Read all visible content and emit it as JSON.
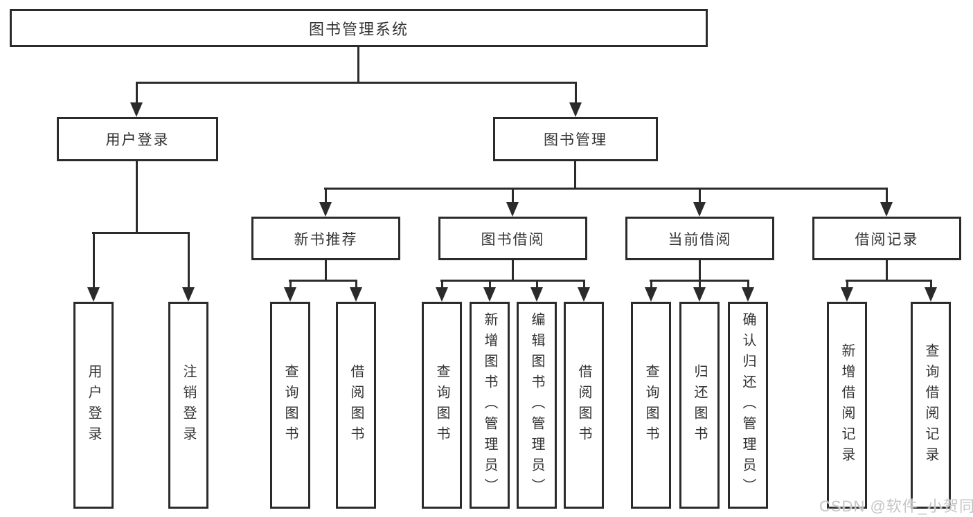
{
  "diagram_type": "hierarchy-tree",
  "colors": {
    "line": "#2b2b2b",
    "text": "#333333",
    "background": "#ffffff",
    "watermark": "#c6c6c6"
  },
  "tree": {
    "root": {
      "label": "图书管理系统",
      "children": [
        {
          "label": "用户登录",
          "children": [
            {
              "label": "用户登录"
            },
            {
              "label": "注销登录"
            }
          ]
        },
        {
          "label": "图书管理",
          "children": [
            {
              "label": "新书推荐",
              "children": [
                {
                  "label": "查询图书"
                },
                {
                  "label": "借阅图书"
                }
              ]
            },
            {
              "label": "图书借阅",
              "children": [
                {
                  "label": "查询图书"
                },
                {
                  "label": "新增图书（管理员）"
                },
                {
                  "label": "编辑图书（管理员）"
                },
                {
                  "label": "借阅图书"
                }
              ]
            },
            {
              "label": "当前借阅",
              "children": [
                {
                  "label": "查询图书"
                },
                {
                  "label": "归还图书"
                },
                {
                  "label": "确认归还（管理员）"
                }
              ]
            },
            {
              "label": "借阅记录",
              "children": [
                {
                  "label": "新增借阅记录"
                },
                {
                  "label": "查询借阅记录"
                }
              ]
            }
          ]
        }
      ]
    }
  },
  "watermark": {
    "text": "CSDN @软件_小贺同学"
  }
}
